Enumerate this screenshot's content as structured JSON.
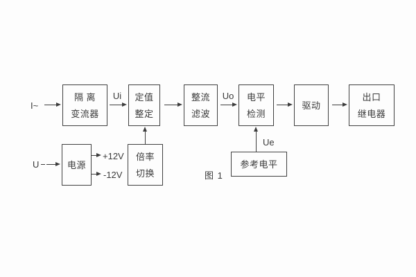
{
  "figure": {
    "caption": "图 1"
  },
  "signals": {
    "input_current": "I~",
    "input_voltage": "U",
    "ui": "Ui",
    "uo": "Uo",
    "ue": "Ue",
    "plus_12v": "+12V",
    "minus_12v": "-12V"
  },
  "blocks": {
    "isolation_transformer": {
      "line1": "隔 离",
      "line2": "变流器"
    },
    "setting_adjust": {
      "line1": "定值",
      "line2": "整定"
    },
    "rectify_filter": {
      "line1": "整流",
      "line2": "滤波"
    },
    "level_detect": {
      "line1": "电平",
      "line2": "检测"
    },
    "drive": {
      "label": "驱动"
    },
    "output_relay": {
      "line1": "出口",
      "line2": "继电器"
    },
    "power_supply": {
      "label": "电源"
    },
    "ratio_switch": {
      "line1": "倍率",
      "line2": "切换"
    },
    "reference_level": {
      "label": "参考电平"
    }
  },
  "colors": {
    "line": "#3d3d3d",
    "text": "#3a3a3a",
    "background": "#fdfdfd"
  }
}
